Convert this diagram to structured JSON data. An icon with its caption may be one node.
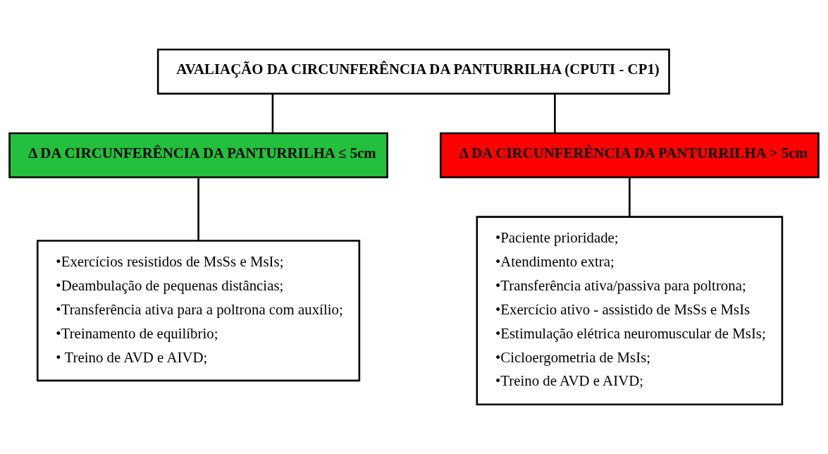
{
  "diagram": {
    "nodes": [
      {
        "text": [
          "AVALIAÇÃO DA CIRCUNFERÊNCIA DA PANTURRILHA (CPUTI - CP1)"
        ]
      },
      {
        "text": [
          "Δ DA CIRCUNFERÊNCIA DA PANTURRILHA ≤ 5cm"
        ]
      },
      {
        "text": [
          "Δ DA CIRCUNFERÊNCIA DA PANTURRILHA > 5cm"
        ]
      },
      {
        "text": [
          "•Exercícios resistidos de MsSs e MsIs;",
          "•Deambulação de pequenas distâncias;",
          "•Transferência ativa para a poltrona com auxílio;",
          "•Treinamento de equilíbrio;",
          "• Treino de AVD e AIVD;"
        ]
      },
      {
        "text": [
          "•Paciente prioridade;",
          "•Atendimento extra;",
          "•Transferência ativa/passiva para poltrona;",
          "•Exercício ativo - assistido de MsSs e MsIs",
          "•Estimulação elétrica neuromuscular de MsIs;",
          "•Cicloergometria de MsIs;",
          "•Treino de AVD e AIVD;"
        ]
      }
    ],
    "edges": [
      {
        "from": 0,
        "to": 1,
        "arrow": "none"
      },
      {
        "from": 0,
        "to": 2,
        "arrow": "none"
      },
      {
        "from": 1,
        "to": 3,
        "arrow": "none"
      },
      {
        "from": 2,
        "to": 4,
        "arrow": "none"
      }
    ]
  }
}
